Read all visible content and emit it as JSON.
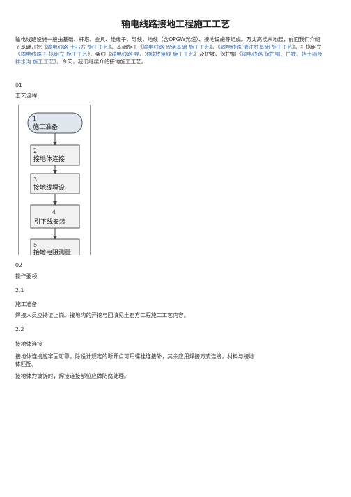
{
  "doc": {
    "title": "输电线路接地工程施工工艺",
    "intro": [
      {
        "t": "输电线路设施一般由基础、杆塔、金具、绝缘子、导线、地线（含OPGW光缆）、接地设施等组成。万丈高楼从地起，前面我们介绍了基础开挖《",
        "link": false
      },
      {
        "t": "输电线路 土石方 施工工艺",
        "link": true
      },
      {
        "t": "》、基础施工《",
        "link": false
      },
      {
        "t": "输电线路 现浇基础 施工工艺",
        "link": true
      },
      {
        "t": "》、《",
        "link": false
      },
      {
        "t": "输电线路 灌注桩基础 施工工艺",
        "link": true
      },
      {
        "t": "》、杆塔组立《",
        "link": false
      },
      {
        "t": "输电线路 杆塔组立 施工工艺",
        "link": true
      },
      {
        "t": "》、架线《",
        "link": false
      },
      {
        "t": "输电线路 导、地线放紧线 施工工艺",
        "link": true
      },
      {
        "t": "》及护坡、保护帽《",
        "link": false
      },
      {
        "t": "输电线路 保护帽、护坡、挡土墙及排水沟 施工工艺",
        "link": true
      },
      {
        "t": "》。今天，我们继续介绍接地施工工艺。",
        "link": false
      }
    ],
    "sec01_num": "01",
    "sec01_title": "工艺流程",
    "sec02_num": "02",
    "sec02_title": "操作要领",
    "s21_num": "2.1",
    "s21_title": "施工准备",
    "s21_text": "焊接人员应持证上岗。接地沟的开挖与回填见土石方工程施工工艺内容。",
    "s22_num": "2.2",
    "s22_title": "接地体连接",
    "s22_text1": "接地体连接应牢固可靠，除设计规定的断开点可用螺栓连接外，其余应用焊接方式连接，材料与接地体匹配。",
    "s22_text2": "接地体为镀锌时，焊接连接部位应做防腐处理。"
  },
  "flow": {
    "steps": [
      {
        "num": "1",
        "label": "施工准备"
      },
      {
        "num": "2",
        "label": "接地体连接"
      },
      {
        "num": "3",
        "label": "接地线埋设"
      },
      {
        "num": "4",
        "label": "引下线安装"
      },
      {
        "num": "5",
        "label": "接地电阻测量"
      }
    ],
    "colors": {
      "start_fill": "#dfe6ee",
      "box_fill": "#f2f2f2",
      "stroke": "#555555",
      "arrow": "#444444"
    }
  }
}
